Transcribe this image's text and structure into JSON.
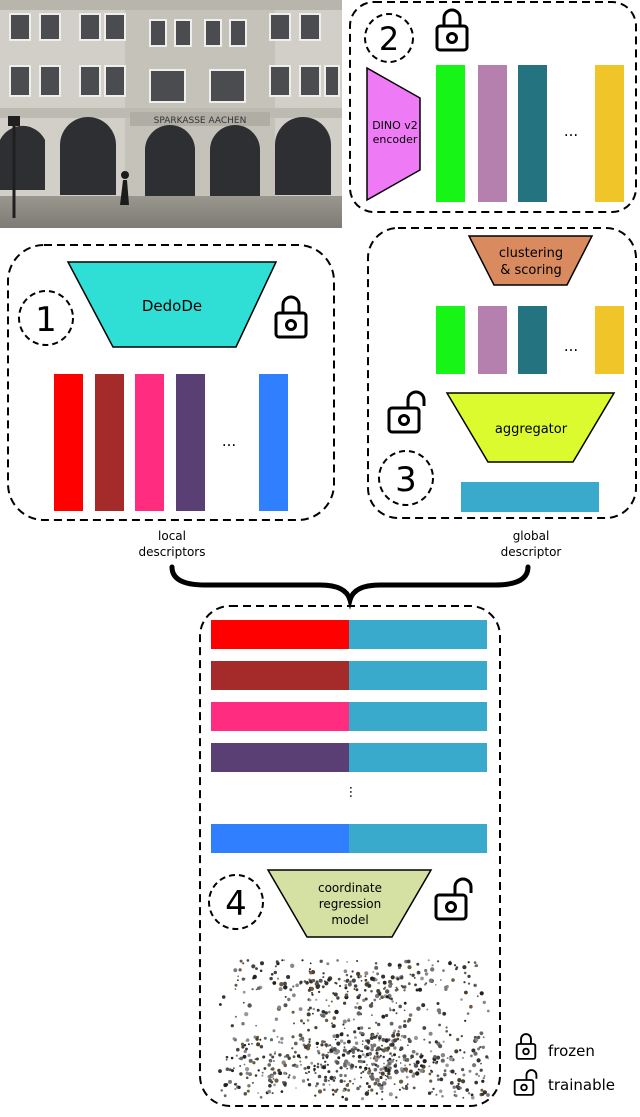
{
  "photo": {
    "sign_text": "SPARKASSE AACHEN"
  },
  "panel1": {
    "number": "1",
    "encoder_label": "DedoDe",
    "lock_state": "frozen",
    "bars": [
      {
        "color": "#ff0000"
      },
      {
        "color": "#a52a2a"
      },
      {
        "color": "#ff2c7f"
      },
      {
        "color": "#5a3f74"
      },
      {
        "color": "#2f7fff"
      }
    ],
    "ellipsis": "..."
  },
  "panel2": {
    "number": "2",
    "encoder_label_line1": "DINO v2",
    "encoder_label_line2": "encoder",
    "encoder_color": "#ee7bf5",
    "lock_state": "frozen",
    "bars": [
      {
        "color": "#17f517"
      },
      {
        "color": "#b57fae"
      },
      {
        "color": "#237480"
      },
      {
        "color": "#f0c52a"
      }
    ],
    "ellipsis": "..."
  },
  "panel3": {
    "number": "3",
    "clustering_line1": "clustering",
    "clustering_line2": "& scoring",
    "clustering_color": "#d98a5f",
    "aggregator_label": "aggregator",
    "aggregator_color": "#dbfb2e",
    "output_color": "#39aacb",
    "lock_state": "trainable",
    "bars": [
      {
        "color": "#17f517"
      },
      {
        "color": "#b57fae"
      },
      {
        "color": "#237480"
      },
      {
        "color": "#f0c52a"
      }
    ],
    "ellipsis": "..."
  },
  "labels": {
    "local_line1": "local",
    "local_line2": "descriptors",
    "global_line1": "global",
    "global_line2": "descriptor"
  },
  "panel4": {
    "number": "4",
    "model_line1": "coordinate",
    "model_line2": "regression",
    "model_line3": "model",
    "model_color": "#d5e0a3",
    "lock_state": "trainable",
    "global_color": "#39aacb",
    "rows": [
      {
        "local_color": "#ff0000"
      },
      {
        "local_color": "#a52a2a"
      },
      {
        "local_color": "#ff2c7f"
      },
      {
        "local_color": "#5a3f74"
      },
      {
        "local_color": "#2f7fff"
      }
    ],
    "ellipsis": "..."
  },
  "legend": {
    "frozen_label": "frozen",
    "trainable_label": "trainable"
  }
}
